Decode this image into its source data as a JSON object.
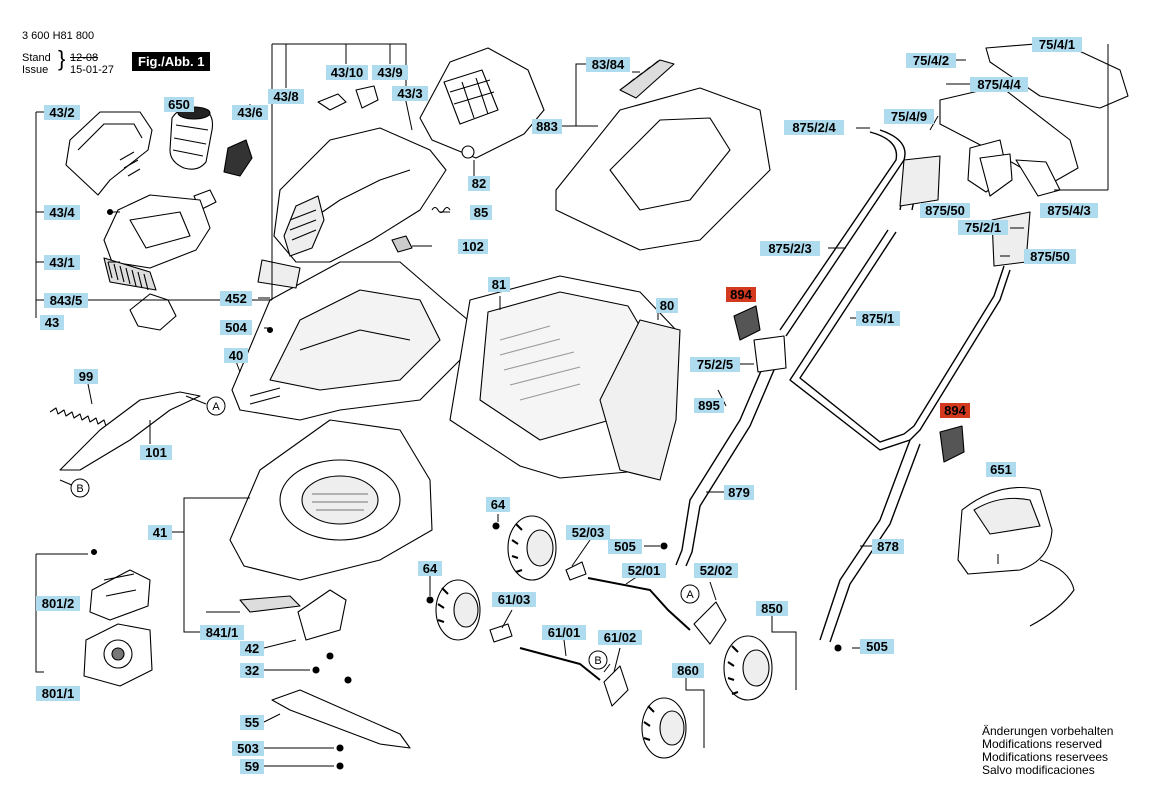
{
  "header": {
    "doc_number": "3 600 H81 800",
    "stand_label": "Stand",
    "issue_label": "Issue",
    "stand_value": "12-08",
    "issue_value": "15-01-27",
    "figure_label": "Fig./Abb. 1"
  },
  "notes": [
    "Änderungen vorbehalten",
    "Modifications reserved",
    "Modifications reservees",
    "Salvo modificaciones"
  ],
  "colors": {
    "label_fill": "#aedcee",
    "highlight_fill": "#d2391e",
    "line": "#000000"
  },
  "callouts": {
    "c_43_2": "43/2",
    "c_650": "650",
    "c_43_6": "43/6",
    "c_43_8": "43/8",
    "c_43_10": "43/10",
    "c_43_9": "43/9",
    "c_43_3": "43/3",
    "c_43_4": "43/4",
    "c_43_1": "43/1",
    "c_843_5": "843/5",
    "c_43": "43",
    "c_82": "82",
    "c_85": "85",
    "c_102": "102",
    "c_83_84": "83/84",
    "c_883": "883",
    "c_75_4_1": "75/4/1",
    "c_75_4_2": "75/4/2",
    "c_875_4_4": "875/4/4",
    "c_875_2_4": "875/2/4",
    "c_75_4_9": "75/4/9",
    "c_875_50a": "875/50",
    "c_875_4_3": "875/4/3",
    "c_75_2_1": "75/2/1",
    "c_875_2_3": "875/2/3",
    "c_875_50b": "875/50",
    "c_875_1": "875/1",
    "c_894a": "894",
    "c_894b": "894",
    "c_75_2_5": "75/2/5",
    "c_895": "895",
    "c_81": "81",
    "c_80": "80",
    "c_452": "452",
    "c_504": "504",
    "c_40": "40",
    "c_99": "99",
    "c_101": "101",
    "c_A1": "A",
    "c_B1": "B",
    "c_41": "41",
    "c_801_2": "801/2",
    "c_801_1": "801/1",
    "c_841_1": "841/1",
    "c_42": "42",
    "c_32": "32",
    "c_55": "55",
    "c_503": "503",
    "c_59": "59",
    "c_64a": "64",
    "c_52_03": "52/03",
    "c_505a": "505",
    "c_52_01": "52/01",
    "c_52_02": "52/02",
    "c_64b": "64",
    "c_61_03": "61/03",
    "c_A2": "A",
    "c_61_01": "61/01",
    "c_61_02": "61/02",
    "c_B2": "B",
    "c_850": "850",
    "c_860": "860",
    "c_879": "879",
    "c_878": "878",
    "c_505b": "505",
    "c_651": "651"
  }
}
